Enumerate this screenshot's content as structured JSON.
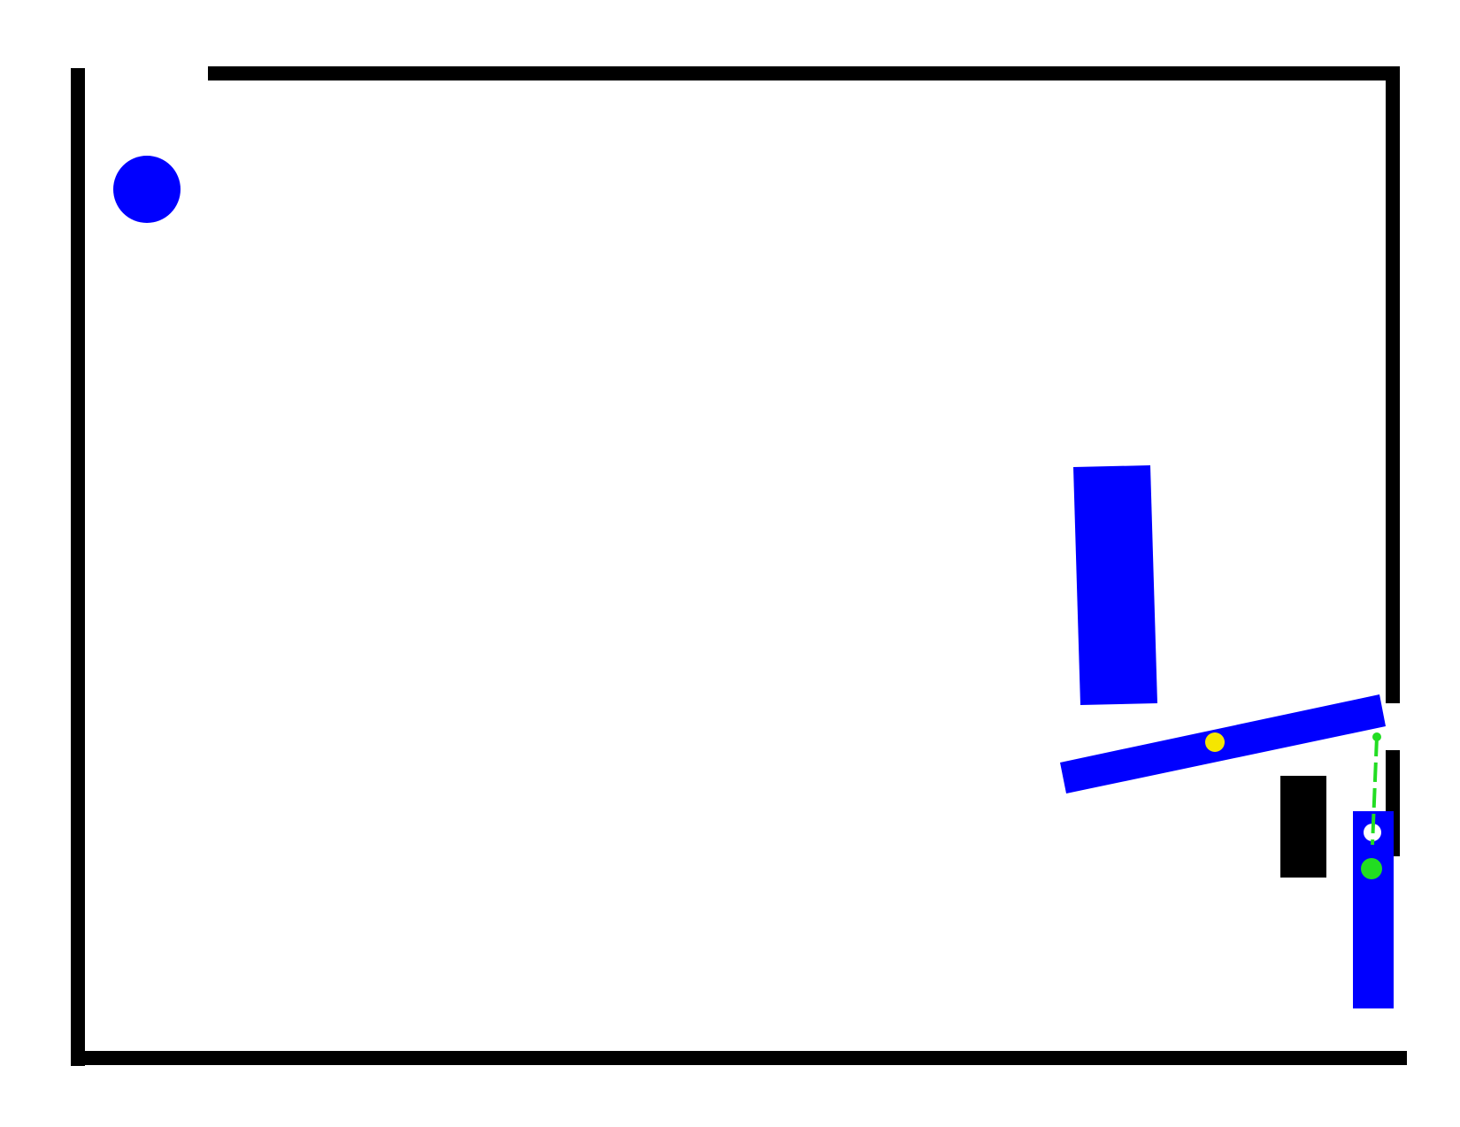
{
  "scene": {
    "background_color": "#ffffff",
    "colors": {
      "wall": "#000000",
      "dynamic_body": "#0000ff",
      "goal_marker": "#22dd22",
      "target_marker": "#f5e600",
      "hole": "#ffffff"
    },
    "objects": [
      {
        "name": "ball",
        "kind": "circle",
        "icon": "ball-icon"
      },
      {
        "name": "tall-block",
        "kind": "rectangle"
      },
      {
        "name": "tilted-plank",
        "kind": "rotated-rectangle"
      },
      {
        "name": "black-block",
        "kind": "rectangle"
      },
      {
        "name": "right-post",
        "kind": "rectangle"
      },
      {
        "name": "yellow-marker",
        "kind": "circle"
      },
      {
        "name": "goal-line",
        "kind": "dashed-line"
      }
    ]
  }
}
